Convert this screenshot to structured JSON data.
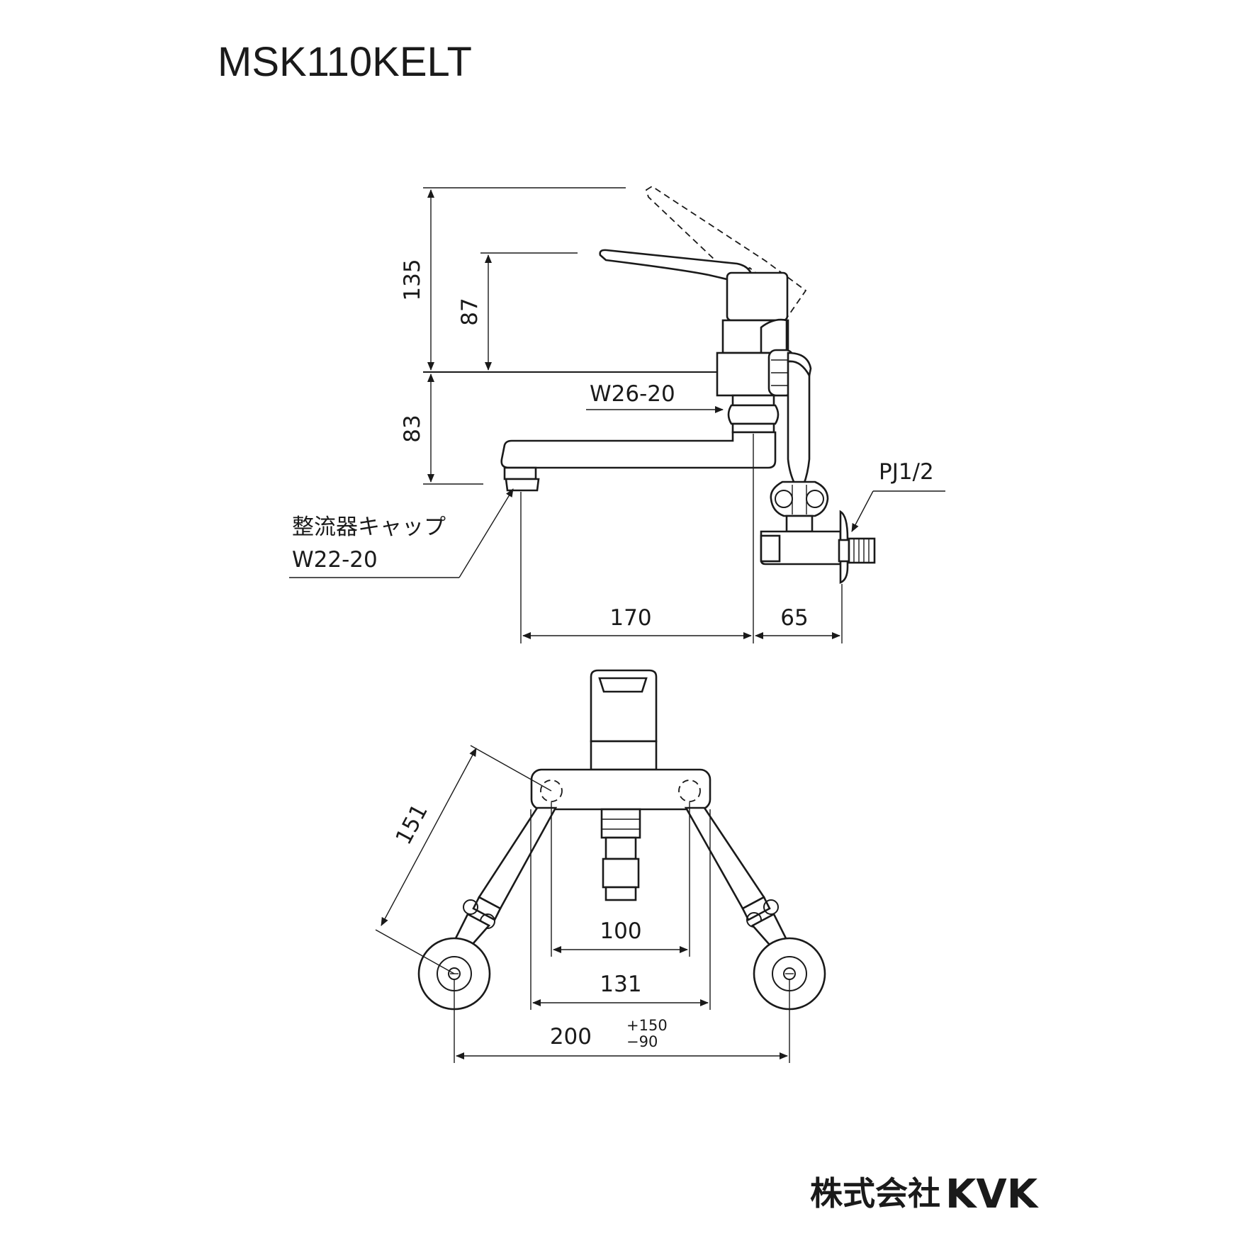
{
  "title": "MSK110KELT",
  "side_view": {
    "dim_135": "135",
    "dim_87": "87",
    "dim_83": "83",
    "dim_170": "170",
    "dim_65": "65",
    "thread_w26": "W26-20",
    "thread_pj": "PJ1/2",
    "aerator_label": "整流器キャップ",
    "aerator_thread": "W22-20"
  },
  "top_view": {
    "dim_151": "151",
    "dim_100": "100",
    "dim_131": "131",
    "dim_200": "200",
    "tol_plus": "+150",
    "tol_minus": "−90"
  },
  "logo": {
    "company_jp": "株式会社",
    "brand": "KVK"
  }
}
